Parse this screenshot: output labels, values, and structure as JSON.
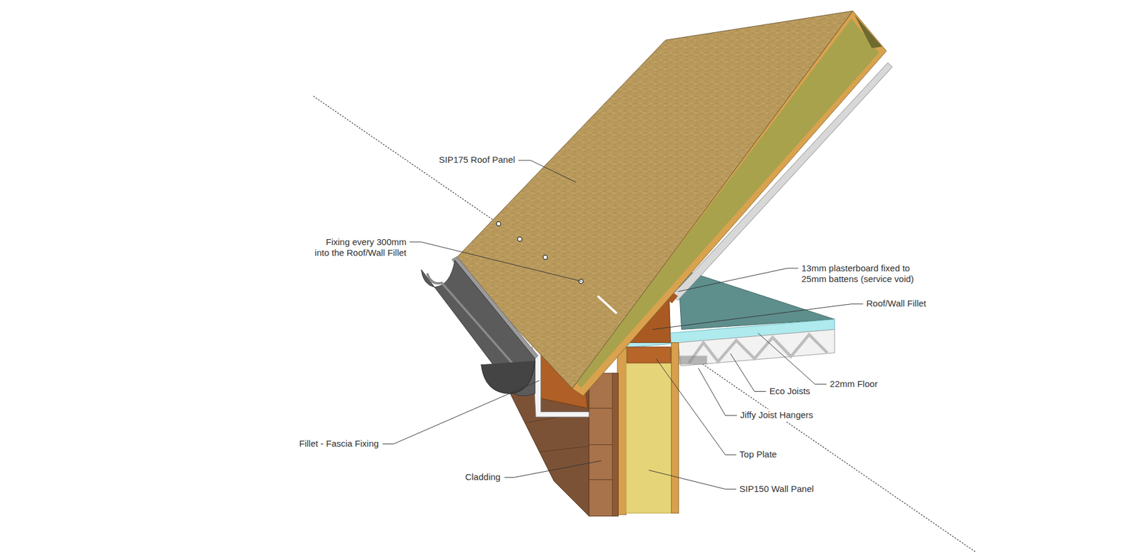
{
  "diagram": {
    "labels": [
      "SIP175 Roof Panel",
      "Fixing every 300mm into the Roof/Wall Fillet",
      "13mm plasterboard fixed to 25mm battens (service void)",
      "Roof/Wall Fillet",
      "22mm Floor",
      "Eco Joists",
      "Jiffy Joist Hangers",
      "Top Plate",
      "SIP150 Wall Panel",
      "Cladding",
      "Fillet - Fascia Fixing"
    ]
  }
}
